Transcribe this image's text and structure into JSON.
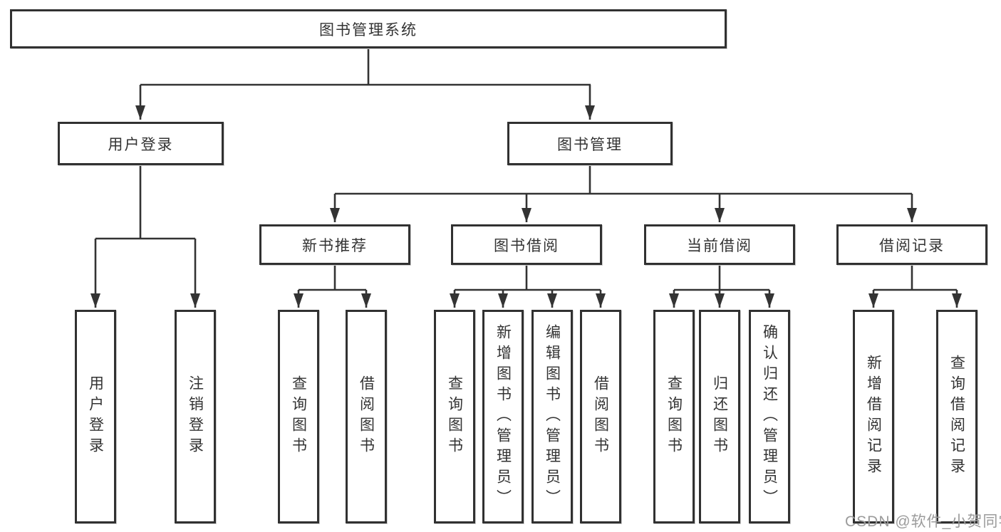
{
  "tree": {
    "label": "图书管理系统",
    "children": [
      {
        "label": "用户登录",
        "children": [
          {
            "label": "用户登录"
          },
          {
            "label": "注销登录"
          }
        ]
      },
      {
        "label": "图书管理",
        "children": [
          {
            "label": "新书推荐",
            "children": [
              {
                "label": "查询图书"
              },
              {
                "label": "借阅图书"
              }
            ]
          },
          {
            "label": "图书借阅",
            "children": [
              {
                "label": "查询图书"
              },
              {
                "label": "新增图书（管理员）"
              },
              {
                "label": "编辑图书（管理员）"
              },
              {
                "label": "借阅图书"
              }
            ]
          },
          {
            "label": "当前借阅",
            "children": [
              {
                "label": "查询图书"
              },
              {
                "label": "归还图书"
              },
              {
                "label": "确认归还（管理员）"
              }
            ]
          },
          {
            "label": "借阅记录",
            "children": [
              {
                "label": "新增借阅记录"
              },
              {
                "label": "查询借阅记录"
              }
            ]
          }
        ]
      }
    ]
  },
  "watermark": {
    "text": "CSDN @软件_小贺同学"
  },
  "colors": {
    "line": "#333333",
    "box_border": "#313131",
    "text": "#333333",
    "watermark": "#9b9b9b",
    "background": "#ffffff"
  }
}
